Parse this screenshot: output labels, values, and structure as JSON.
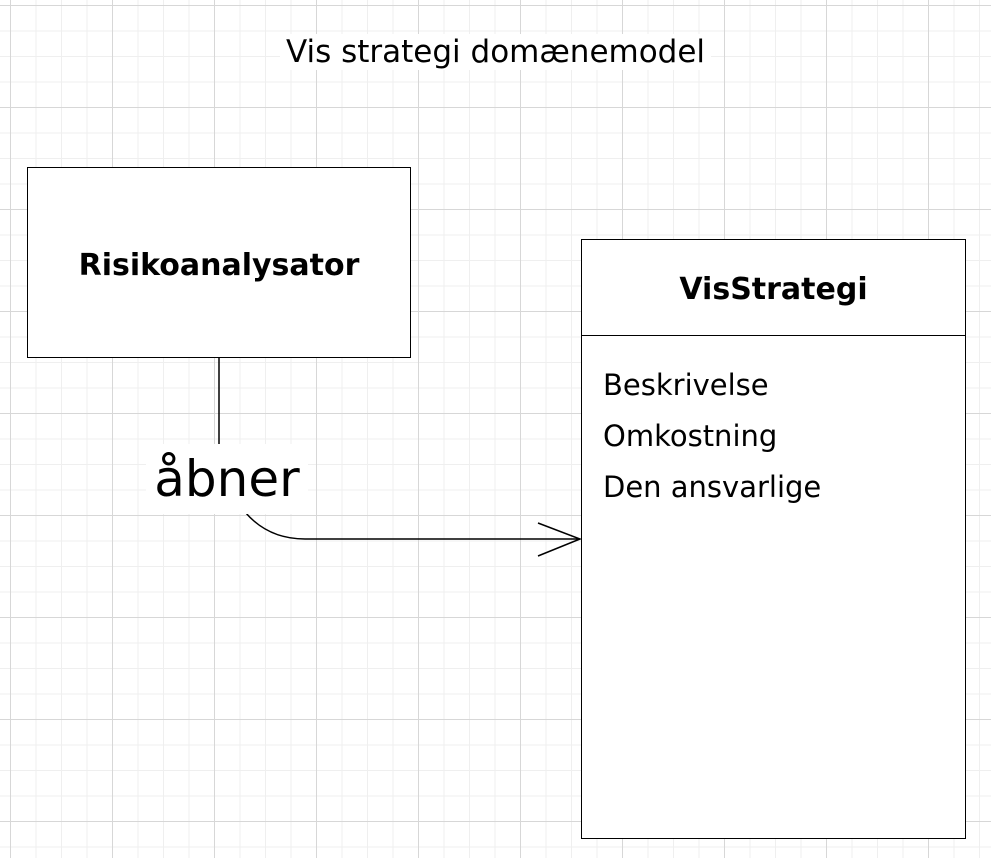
{
  "diagram": {
    "title": "Vis strategi domænemodel",
    "actor": {
      "name": "Risikoanalysator"
    },
    "class": {
      "name": "VisStrategi",
      "attributes": [
        "Beskrivelse",
        "Omkostning",
        "Den ansvarlige"
      ]
    },
    "association": {
      "label": "åbner"
    }
  }
}
